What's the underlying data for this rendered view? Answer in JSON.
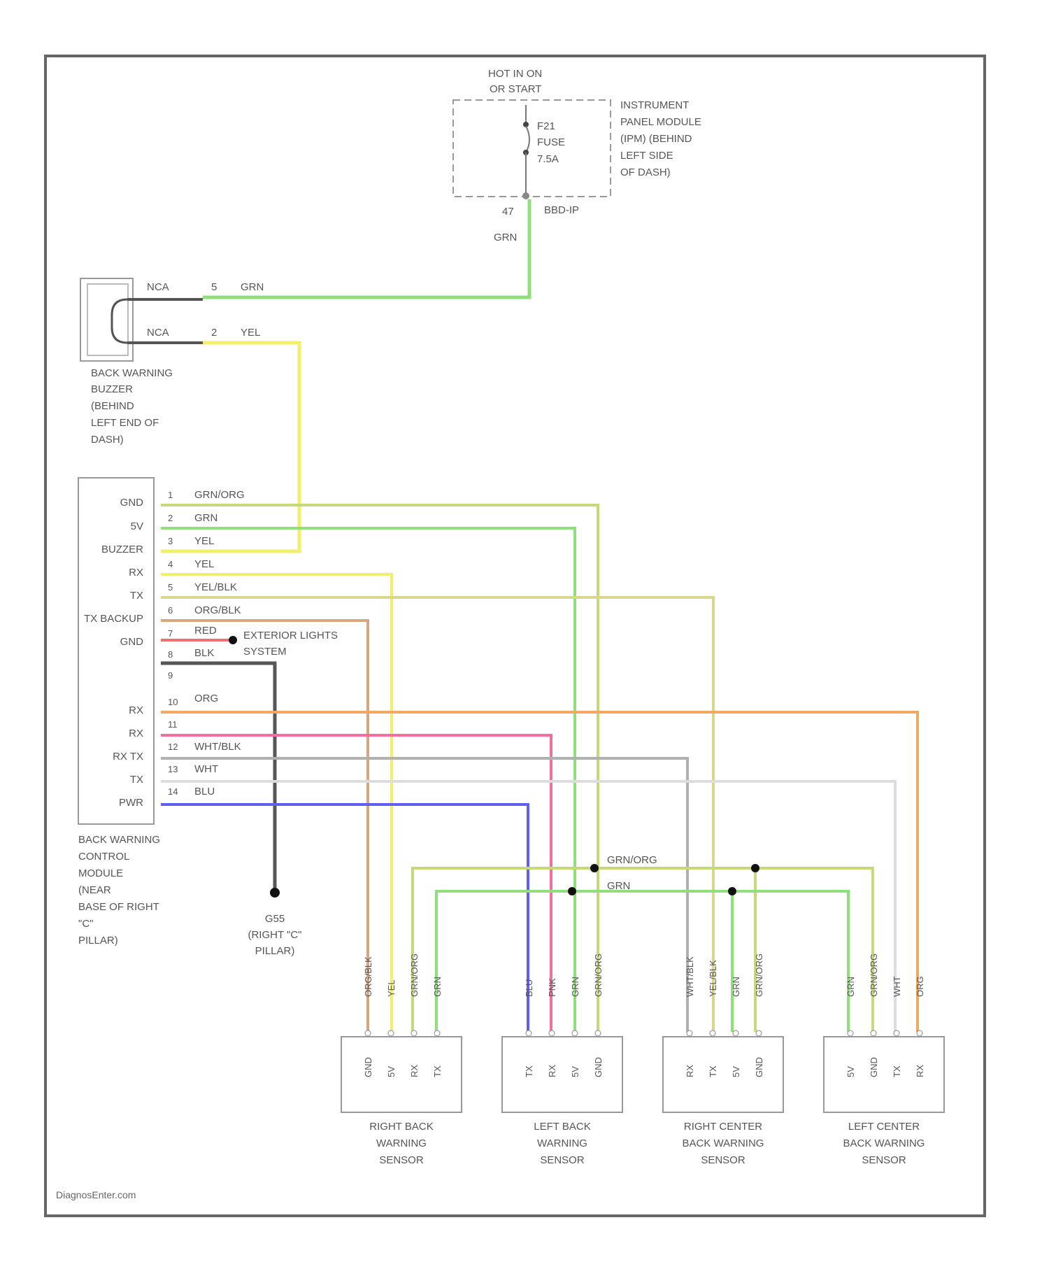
{
  "top": {
    "hot_label": [
      "HOT IN ON",
      "OR START"
    ],
    "ipm_label": [
      "INSTRUMENT",
      "PANEL MODULE",
      "(IPM) (BEHIND",
      "LEFT SIDE",
      "OF DASH)"
    ],
    "fuse_label": [
      "F21",
      "FUSE",
      "7.5A"
    ],
    "pin": "47",
    "connector": "BBD-IP",
    "wire": "GRN"
  },
  "buzzer": {
    "label": [
      "BACK WARNING",
      "BUZZER",
      "(BEHIND",
      "LEFT END OF",
      "DASH)"
    ],
    "pins": [
      {
        "nca": "NCA",
        "num": "5",
        "color_label": "GRN"
      },
      {
        "nca": "NCA",
        "num": "2",
        "color_label": "YEL"
      }
    ]
  },
  "module": {
    "label": [
      "BACK WARNING",
      "CONTROL",
      "MODULE",
      "(NEAR",
      "BASE OF RIGHT",
      "\"C\"",
      "PILLAR)"
    ],
    "rows": [
      {
        "name": "GND",
        "num": "1",
        "wire": "GRN/ORG"
      },
      {
        "name": "5V",
        "num": "2",
        "wire": "GRN"
      },
      {
        "name": "BUZZER",
        "num": "3",
        "wire": "YEL"
      },
      {
        "name": "RX",
        "num": "4",
        "wire": "YEL"
      },
      {
        "name": "TX",
        "num": "5",
        "wire": "YEL/BLK"
      },
      {
        "name": "TX BACKUP",
        "num": "6",
        "wire": "ORG/BLK"
      },
      {
        "name": "GND",
        "num": "7",
        "wire": "RED"
      },
      {
        "name": "",
        "num": "8",
        "wire": "BLK"
      },
      {
        "name": "",
        "num": "9",
        "wire": ""
      },
      {
        "name": "RX",
        "num": "10",
        "wire": "ORG"
      },
      {
        "name": "RX",
        "num": "11",
        "wire": ""
      },
      {
        "name": "RX TX",
        "num": "12",
        "wire": "WHT/BLK"
      },
      {
        "name": "TX",
        "num": "13",
        "wire": "WHT"
      },
      {
        "name": "PWR",
        "num": "14",
        "wire": "BLU"
      }
    ]
  },
  "ext_lights": [
    "EXTERIOR LIGHTS",
    "SYSTEM"
  ],
  "ground": [
    "G55",
    "(RIGHT \"C\"",
    "PILLAR)"
  ],
  "bus_labels": {
    "upper": "GRN/ORG",
    "lower": "GRN"
  },
  "sensors": [
    {
      "name": [
        "RIGHT BACK",
        "WARNING",
        "SENSOR"
      ],
      "wires": [
        "ORG/BLK",
        "YEL",
        "GRN/ORG",
        "GRN"
      ],
      "pins": [
        "GND",
        "5V",
        "RX",
        "TX"
      ]
    },
    {
      "name": [
        "LEFT BACK",
        "WARNING",
        "SENSOR"
      ],
      "wires": [
        "BLU",
        "PNK",
        "GRN",
        "GRN/ORG"
      ],
      "pins": [
        "TX",
        "RX",
        "5V",
        "GND"
      ]
    },
    {
      "name": [
        "RIGHT CENTER",
        "BACK WARNING",
        "SENSOR"
      ],
      "wires": [
        "WHT/BLK",
        "YEL/BLK",
        "GRN",
        "GRN/ORG"
      ],
      "pins": [
        "RX",
        "TX",
        "5V",
        "GND"
      ]
    },
    {
      "name": [
        "LEFT CENTER",
        "BACK WARNING",
        "SENSOR"
      ],
      "wires": [
        "GRN",
        "GRN/ORG",
        "WHT",
        "ORG"
      ],
      "pins": [
        "5V",
        "GND",
        "TX",
        "RX"
      ]
    }
  ],
  "footer": "DiagnosEnter.com",
  "colors": {
    "grn": "#8fe07a",
    "grn_org": "#c6d97a",
    "yel": "#f2f06a",
    "yel_blk": "#d9d68f",
    "org_blk": "#d9a77f",
    "red": "#f07070",
    "blk": "#555555",
    "org": "#f2a860",
    "pnk": "#f06ea0",
    "wht_blk": "#b0b0b0",
    "wht": "#dddddd",
    "blu": "#6060f0"
  }
}
